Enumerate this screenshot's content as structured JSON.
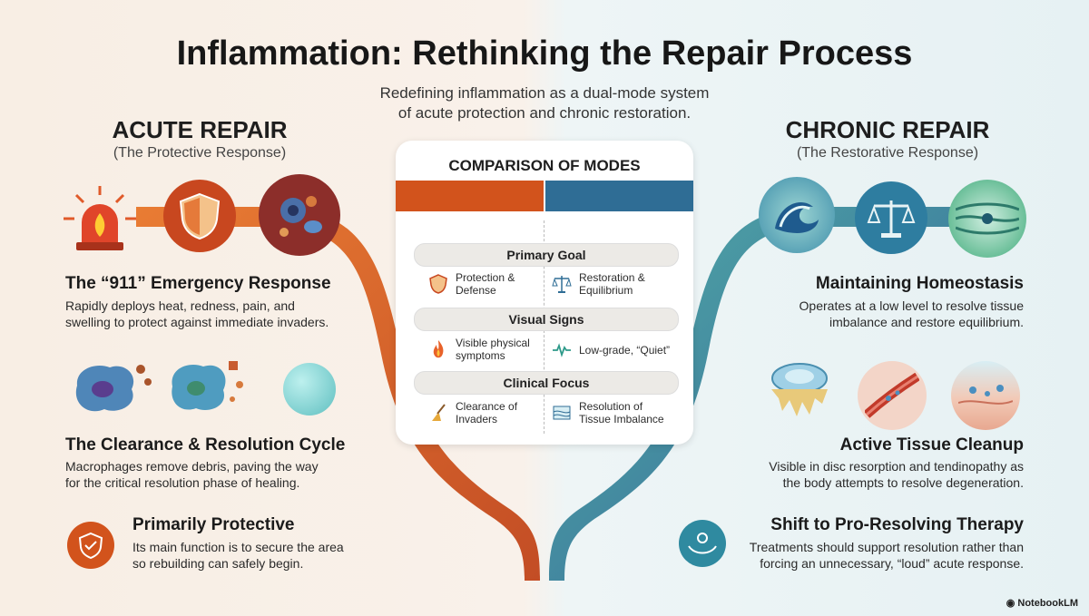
{
  "title": "Inflammation: Rethinking the Repair Process",
  "subtitle_line1": "Redefining inflammation as a dual-mode system",
  "subtitle_line2": "of acute protection and chronic restoration.",
  "colors": {
    "acute": "#d2531c",
    "chronic": "#2f6d95"
  },
  "acute": {
    "heading": "ACUTE REPAIR",
    "subheading": "(The Protective Response)",
    "icons": [
      "alarm-icon",
      "shield-icon",
      "cells-icon"
    ],
    "sections": [
      {
        "title": "The “911” Emergency Response",
        "line1": "Rapidly deploys heat, redness, pain, and",
        "line2": "swelling to protect against immediate invaders."
      },
      {
        "title": "The Clearance & Resolution Cycle",
        "line1": "Macrophages remove debris, paving the way",
        "line2": "for the critical resolution phase of healing."
      },
      {
        "title": "Primarily Protective",
        "line1": "Its main function is to secure the area",
        "line2": "so rebuilding can safely begin."
      }
    ]
  },
  "chronic": {
    "heading": "CHRONIC REPAIR",
    "subheading": "(The Restorative Response)",
    "icons": [
      "wave-icon",
      "balance-scale-icon",
      "tissue-fiber-icon"
    ],
    "sections": [
      {
        "title": "Maintaining Homeostasis",
        "line1": "Operates at a low level to resolve tissue",
        "line2": "imbalance and restore equilibrium."
      },
      {
        "title": "Active Tissue Cleanup",
        "line1": "Visible in disc resorption and tendinopathy as",
        "line2": "the body attempts to resolve degeneration."
      },
      {
        "title": "Shift to Pro-Resolving Therapy",
        "line1": "Treatments should support resolution rather than",
        "line2": "forcing an unnecessary, “loud” acute response."
      }
    ]
  },
  "comparison": {
    "title": "COMPARISON OF MODES",
    "rows": [
      {
        "label": "Primary Goal",
        "left_icon": "shield-icon",
        "left_l1": "Protection &",
        "left_l2": "Defense",
        "right_icon": "balance-scale-icon",
        "right_l1": "Restoration &",
        "right_l2": "Equilibrium"
      },
      {
        "label": "Visual Signs",
        "left_icon": "flame-icon",
        "left_l1": "Visible physical",
        "left_l2": "symptoms",
        "right_icon": "pulse-icon",
        "right_l1": "Low-grade, “Quiet”",
        "right_l2": ""
      },
      {
        "label": "Clinical Focus",
        "left_icon": "broom-icon",
        "left_l1": "Clearance of",
        "left_l2": "Invaders",
        "right_icon": "tissue-icon",
        "right_l1": "Resolution of",
        "right_l2": "Tissue Imbalance"
      }
    ]
  },
  "badge": "NotebookLM"
}
